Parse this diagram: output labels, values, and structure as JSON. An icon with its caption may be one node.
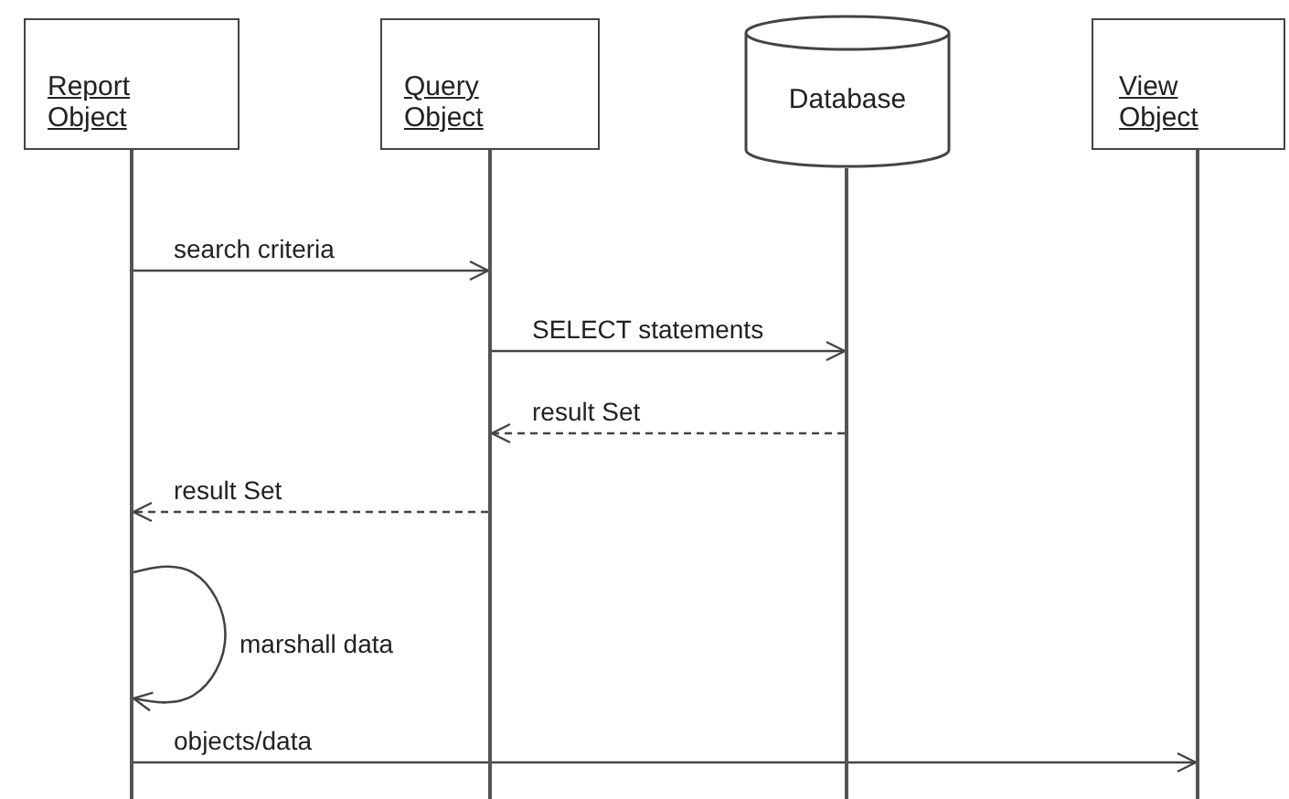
{
  "diagram": {
    "nodes": [
      {
        "text": [
          "Report Object"
        ]
      },
      {
        "text": [
          "Query Object"
        ]
      },
      {
        "text": [
          "Database"
        ]
      },
      {
        "text": [
          "View Object"
        ]
      },
      {
        "text": [],
        "shape": "line"
      },
      {
        "text": [],
        "shape": "line"
      },
      {
        "text": [],
        "shape": "line"
      },
      {
        "text": [],
        "shape": "line"
      }
    ],
    "edges": [
      {
        "from": 4,
        "to": 5,
        "arrow": "to",
        "label": "search criteria"
      },
      {
        "from": 5,
        "to": 6,
        "arrow": "to",
        "label": "SELECT statements"
      },
      {
        "from": 6,
        "to": 5,
        "arrow": "to",
        "label": "result Set",
        "style": "dashed"
      },
      {
        "from": 5,
        "to": 4,
        "arrow": "to",
        "label": "result Set",
        "style": "dashed"
      },
      {
        "from": 4,
        "to": 4,
        "arrow": "to",
        "label": "marshall data"
      },
      {
        "from": 4,
        "to": 7,
        "arrow": "to",
        "label": "objects/data"
      }
    ]
  }
}
